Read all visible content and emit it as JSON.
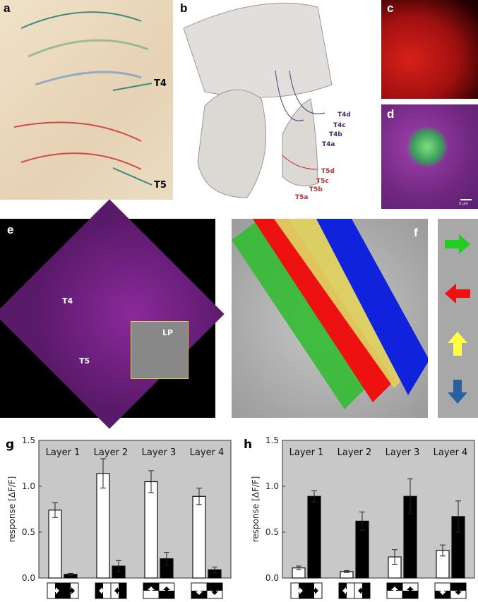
{
  "panels": {
    "a": {
      "label": "a",
      "annotations": [
        "T4",
        "T5"
      ]
    },
    "b": {
      "label": "b",
      "annotations": [
        "T4d",
        "T4c",
        "T4b",
        "T4a",
        "T5d",
        "T5c",
        "T5b",
        "T5a"
      ]
    },
    "c": {
      "label": "c"
    },
    "d": {
      "label": "d",
      "scale_bar": "5 µm"
    },
    "e": {
      "label": "e",
      "annotations": [
        "T4",
        "T5",
        "LP"
      ]
    },
    "f": {
      "label": "f",
      "direction_arrows": [
        {
          "dir": "right",
          "color": "#22cc22"
        },
        {
          "dir": "left",
          "color": "#ee1111"
        },
        {
          "dir": "up",
          "color": "#ffff44"
        },
        {
          "dir": "down",
          "color": "#2a5fa0"
        }
      ]
    }
  },
  "chart_data": [
    {
      "panel": "g",
      "type": "bar",
      "ylabel": "response [ΔF/F]",
      "ylim": [
        0,
        1.5
      ],
      "yticks": [
        "0.0",
        "0.5",
        "1.0",
        "1.5"
      ],
      "grid": false,
      "categories": [
        "Layer 1",
        "Layer 2",
        "Layer 3",
        "Layer 4"
      ],
      "series": [
        {
          "fill": "#ffffff",
          "values": [
            0.74,
            1.14,
            1.05,
            0.89
          ],
          "errors": [
            0.08,
            0.16,
            0.12,
            0.09
          ]
        },
        {
          "fill": "#000000",
          "values": [
            0.04,
            0.13,
            0.21,
            0.09
          ],
          "errors": [
            0.01,
            0.06,
            0.07,
            0.03
          ]
        }
      ],
      "stimuli": [
        [
          "right",
          "right-dark"
        ],
        [
          "right",
          "left-dark"
        ],
        [
          "left",
          "left-dark"
        ],
        [
          "left",
          "right-dark"
        ],
        [
          "up",
          "top-dark"
        ],
        [
          "up",
          "bottom-dark"
        ],
        [
          "down",
          "bottom-dark"
        ],
        [
          "down",
          "top-dark"
        ]
      ]
    },
    {
      "panel": "h",
      "type": "bar",
      "ylabel": "response [ΔF/F]",
      "ylim": [
        0,
        1.5
      ],
      "yticks": [
        "0.0",
        "0.5",
        "1.0",
        "1.5"
      ],
      "grid": false,
      "categories": [
        "Layer 1",
        "Layer 2",
        "Layer 3",
        "Layer 4"
      ],
      "series": [
        {
          "fill": "#ffffff",
          "values": [
            0.11,
            0.07,
            0.23,
            0.3
          ],
          "errors": [
            0.02,
            0.01,
            0.08,
            0.06
          ]
        },
        {
          "fill": "#000000",
          "values": [
            0.89,
            0.62,
            0.89,
            0.67
          ],
          "errors": [
            0.06,
            0.1,
            0.19,
            0.17
          ]
        }
      ],
      "stimuli": [
        [
          "right",
          "right-dark"
        ],
        [
          "right",
          "left-dark"
        ],
        [
          "left",
          "left-dark"
        ],
        [
          "left",
          "right-dark"
        ],
        [
          "up",
          "top-dark"
        ],
        [
          "up",
          "bottom-dark"
        ],
        [
          "down",
          "bottom-dark"
        ],
        [
          "down",
          "top-dark"
        ]
      ]
    }
  ]
}
